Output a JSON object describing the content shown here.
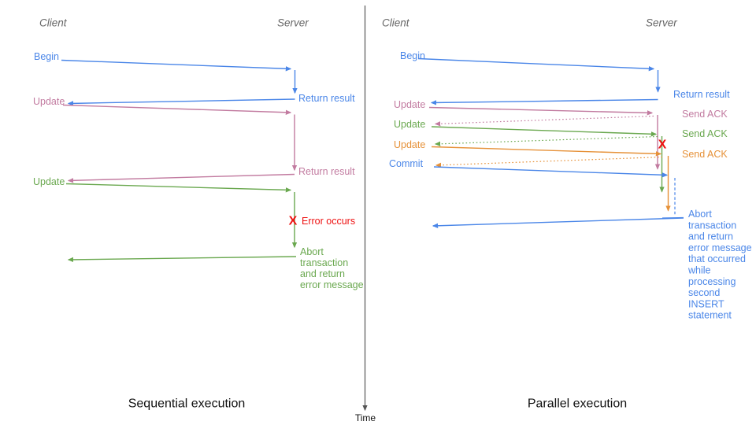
{
  "colors": {
    "blue": "#4a86e8",
    "magenta": "#c27ba0",
    "green": "#6aa84f",
    "orange": "#e69138",
    "red": "#ee1111",
    "header": "#666666",
    "axis": "#555555",
    "title": "#111111"
  },
  "axis": {
    "label": "Time"
  },
  "left": {
    "title": "Sequential execution",
    "client": "Client",
    "server": "Server",
    "begin": "Begin",
    "return1": "Return result",
    "update1": "Update",
    "return2": "Return result",
    "update2": "Update",
    "error_marker": "X",
    "error_text": "Error occurs",
    "abort": [
      "Abort",
      "transaction",
      "and return",
      "error message"
    ]
  },
  "right": {
    "title": "Parallel execution",
    "client": "Client",
    "server": "Server",
    "begin": "Begin",
    "return1": "Return result",
    "update1": "Update",
    "ack1": "Send ACK",
    "update2": "Update",
    "ack2": "Send ACK",
    "update3": "Update",
    "ack3": "Send ACK",
    "commit": "Commit",
    "error_marker": "X",
    "abort": [
      "Abort",
      "transaction",
      "and return",
      "error message",
      "that occurred",
      "while",
      "processing",
      "second",
      "INSERT",
      "statement"
    ]
  }
}
